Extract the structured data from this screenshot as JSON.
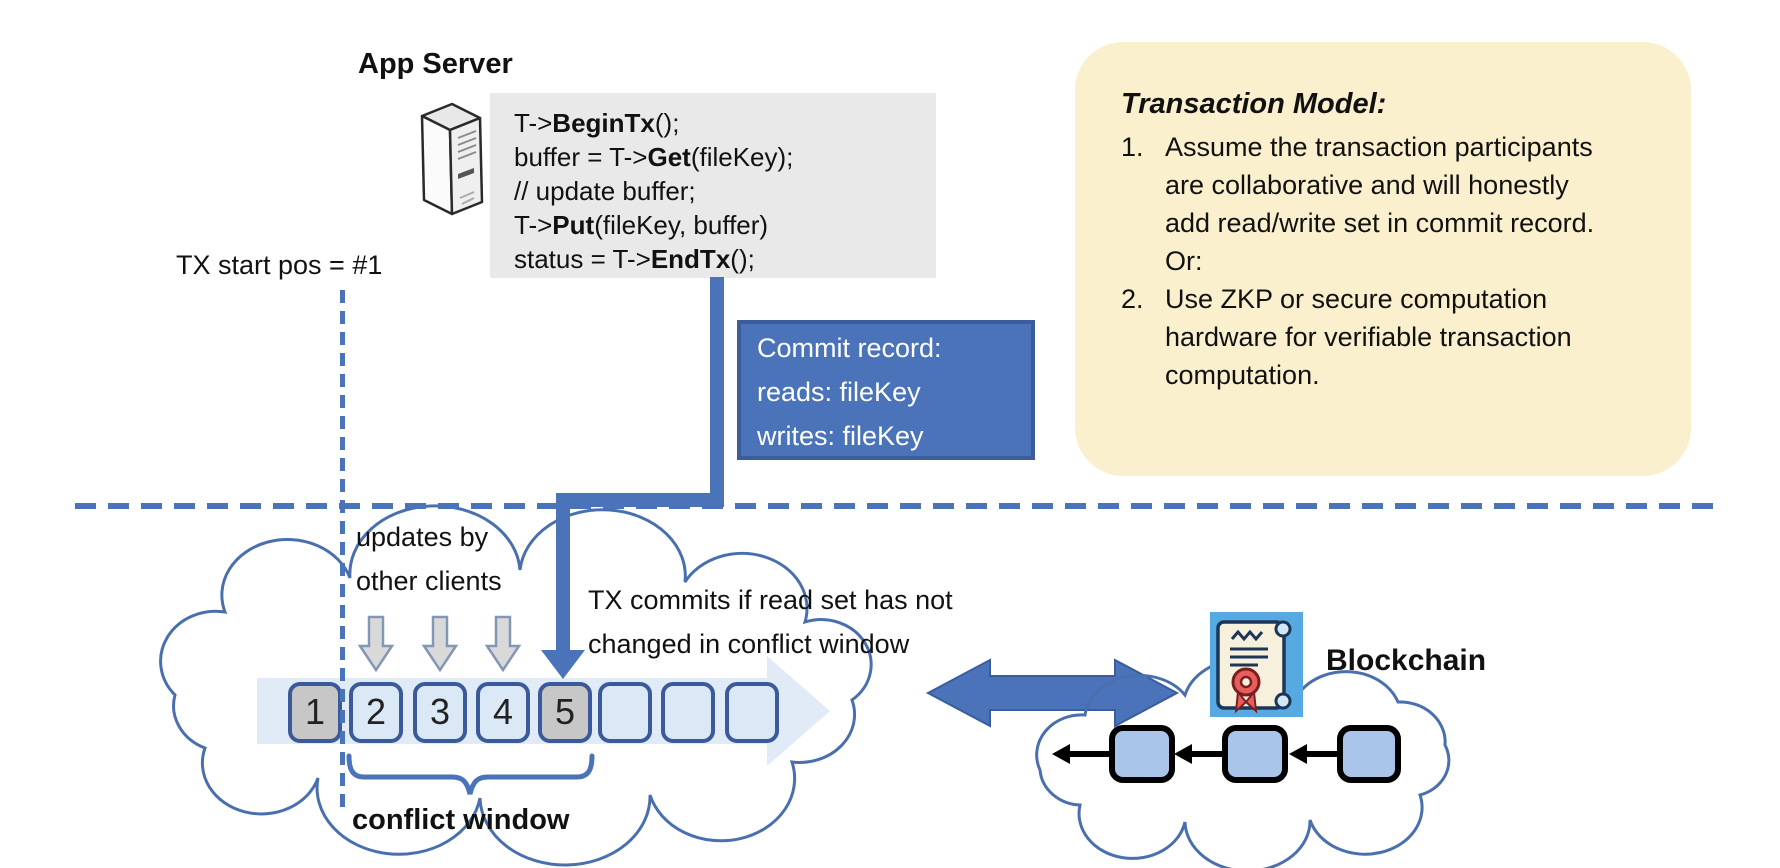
{
  "colors": {
    "accent_blue": "#4a73b9",
    "dark_blue_border": "#3a5a9b",
    "light_blue_fill": "#dbe8f6",
    "gray_block_fill": "#c7c7c7",
    "code_bg": "#e9e9e9",
    "note_yellow": "#faf0ce",
    "chain_block_fill": "#a9c6ea",
    "cert_bg": "#56aae1",
    "cloud_stroke": "#4a6fae",
    "commit_border": "#3b5c9d"
  },
  "icons": {
    "server": "server-icon",
    "certificate": "certificate-icon",
    "sync": "double-arrow-icon",
    "update": "gray-down-arrow-icon",
    "commit": "commit-arrow-icon"
  },
  "app_server": {
    "label": "App Server"
  },
  "code_block": {
    "lines": [
      {
        "pre": "T->",
        "bold": "BeginTx",
        "post": "();"
      },
      {
        "pre": "buffer = T->",
        "bold": "Get",
        "post": "(fileKey);"
      },
      {
        "pre": "// update buffer;",
        "bold": "",
        "post": ""
      },
      {
        "pre": "T->",
        "bold": "Put",
        "post": "(fileKey, buffer)"
      },
      {
        "pre": "status = T->",
        "bold": "EndTx",
        "post": "();"
      }
    ]
  },
  "tx_start": {
    "label": "TX start pos = #1"
  },
  "commit_record": {
    "title": "Commit record:",
    "reads": "reads: fileKey",
    "writes": "writes: fileKey"
  },
  "transaction_model": {
    "title": "Transaction Model:",
    "items": [
      {
        "number": "1.",
        "text": "Assume the transaction participants are collaborative and will honestly add read/write set in commit record.  Or:"
      },
      {
        "number": "2.",
        "text": "Use ZKP or secure computation hardware for verifiable transaction computation."
      }
    ]
  },
  "timeline": {
    "updates_line1": "updates by",
    "updates_line2": "other clients",
    "note_line1": "TX commits if read set has not",
    "note_line2": "changed in conflict window",
    "conflict_window_label": "conflict window",
    "blocks": [
      {
        "label": "1"
      },
      {
        "label": "2"
      },
      {
        "label": "3"
      },
      {
        "label": "4"
      },
      {
        "label": "5"
      },
      {
        "label": ""
      },
      {
        "label": ""
      },
      {
        "label": ""
      }
    ]
  },
  "blockchain": {
    "label": "Blockchain"
  }
}
